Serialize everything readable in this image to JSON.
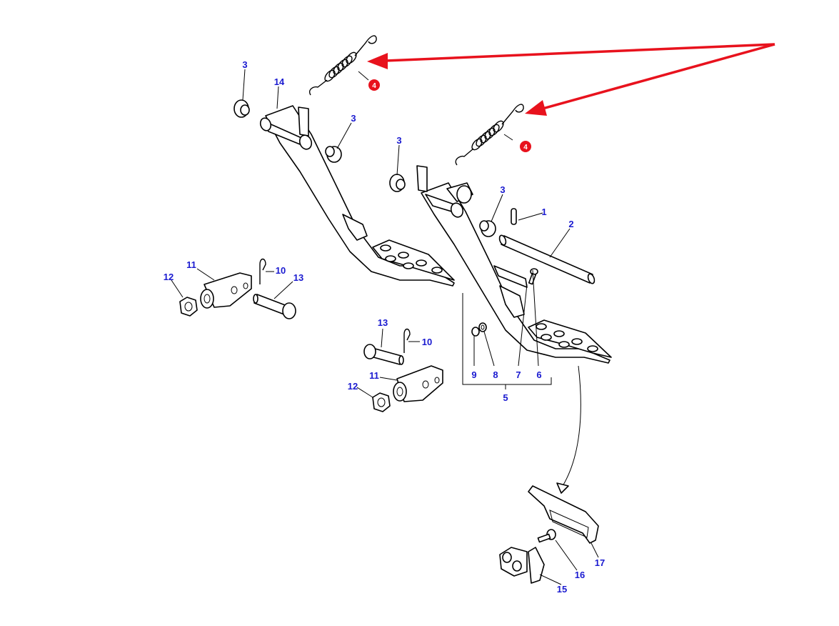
{
  "diagram": {
    "labels": {
      "l1": "1",
      "l2": "2",
      "l3a": "3",
      "l3b": "3",
      "l3c": "3",
      "l3d": "3",
      "l4a": "4",
      "l4b": "4",
      "l5": "5",
      "l6": "6",
      "l7": "7",
      "l8": "8",
      "l9": "9",
      "l10a": "10",
      "l10b": "10",
      "l11a": "11",
      "l11b": "11",
      "l12a": "12",
      "l12b": "12",
      "l13a": "13",
      "l13b": "13",
      "l14": "14",
      "l15": "15",
      "l16": "16",
      "l17": "17"
    },
    "colors": {
      "label": "#1a1ad0",
      "highlight": "#e8121d",
      "line": "#000000"
    }
  }
}
